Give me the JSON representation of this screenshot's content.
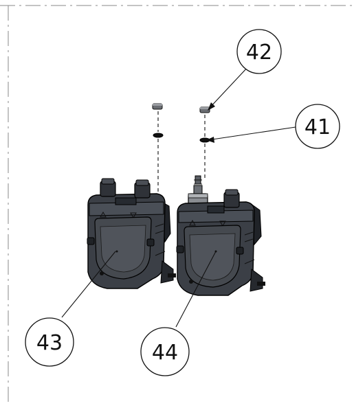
{
  "callouts": [
    {
      "id": "c42",
      "label": "42"
    },
    {
      "id": "c41",
      "label": "41"
    },
    {
      "id": "c43",
      "label": "43"
    },
    {
      "id": "c44",
      "label": "44"
    }
  ],
  "colors": {
    "line": "#1a1a1a",
    "body_dark": "#2b2e33",
    "body_mid": "#3f434a",
    "body_light": "#5a5f68",
    "metal": "#8a8d92",
    "background": "#ffffff"
  }
}
